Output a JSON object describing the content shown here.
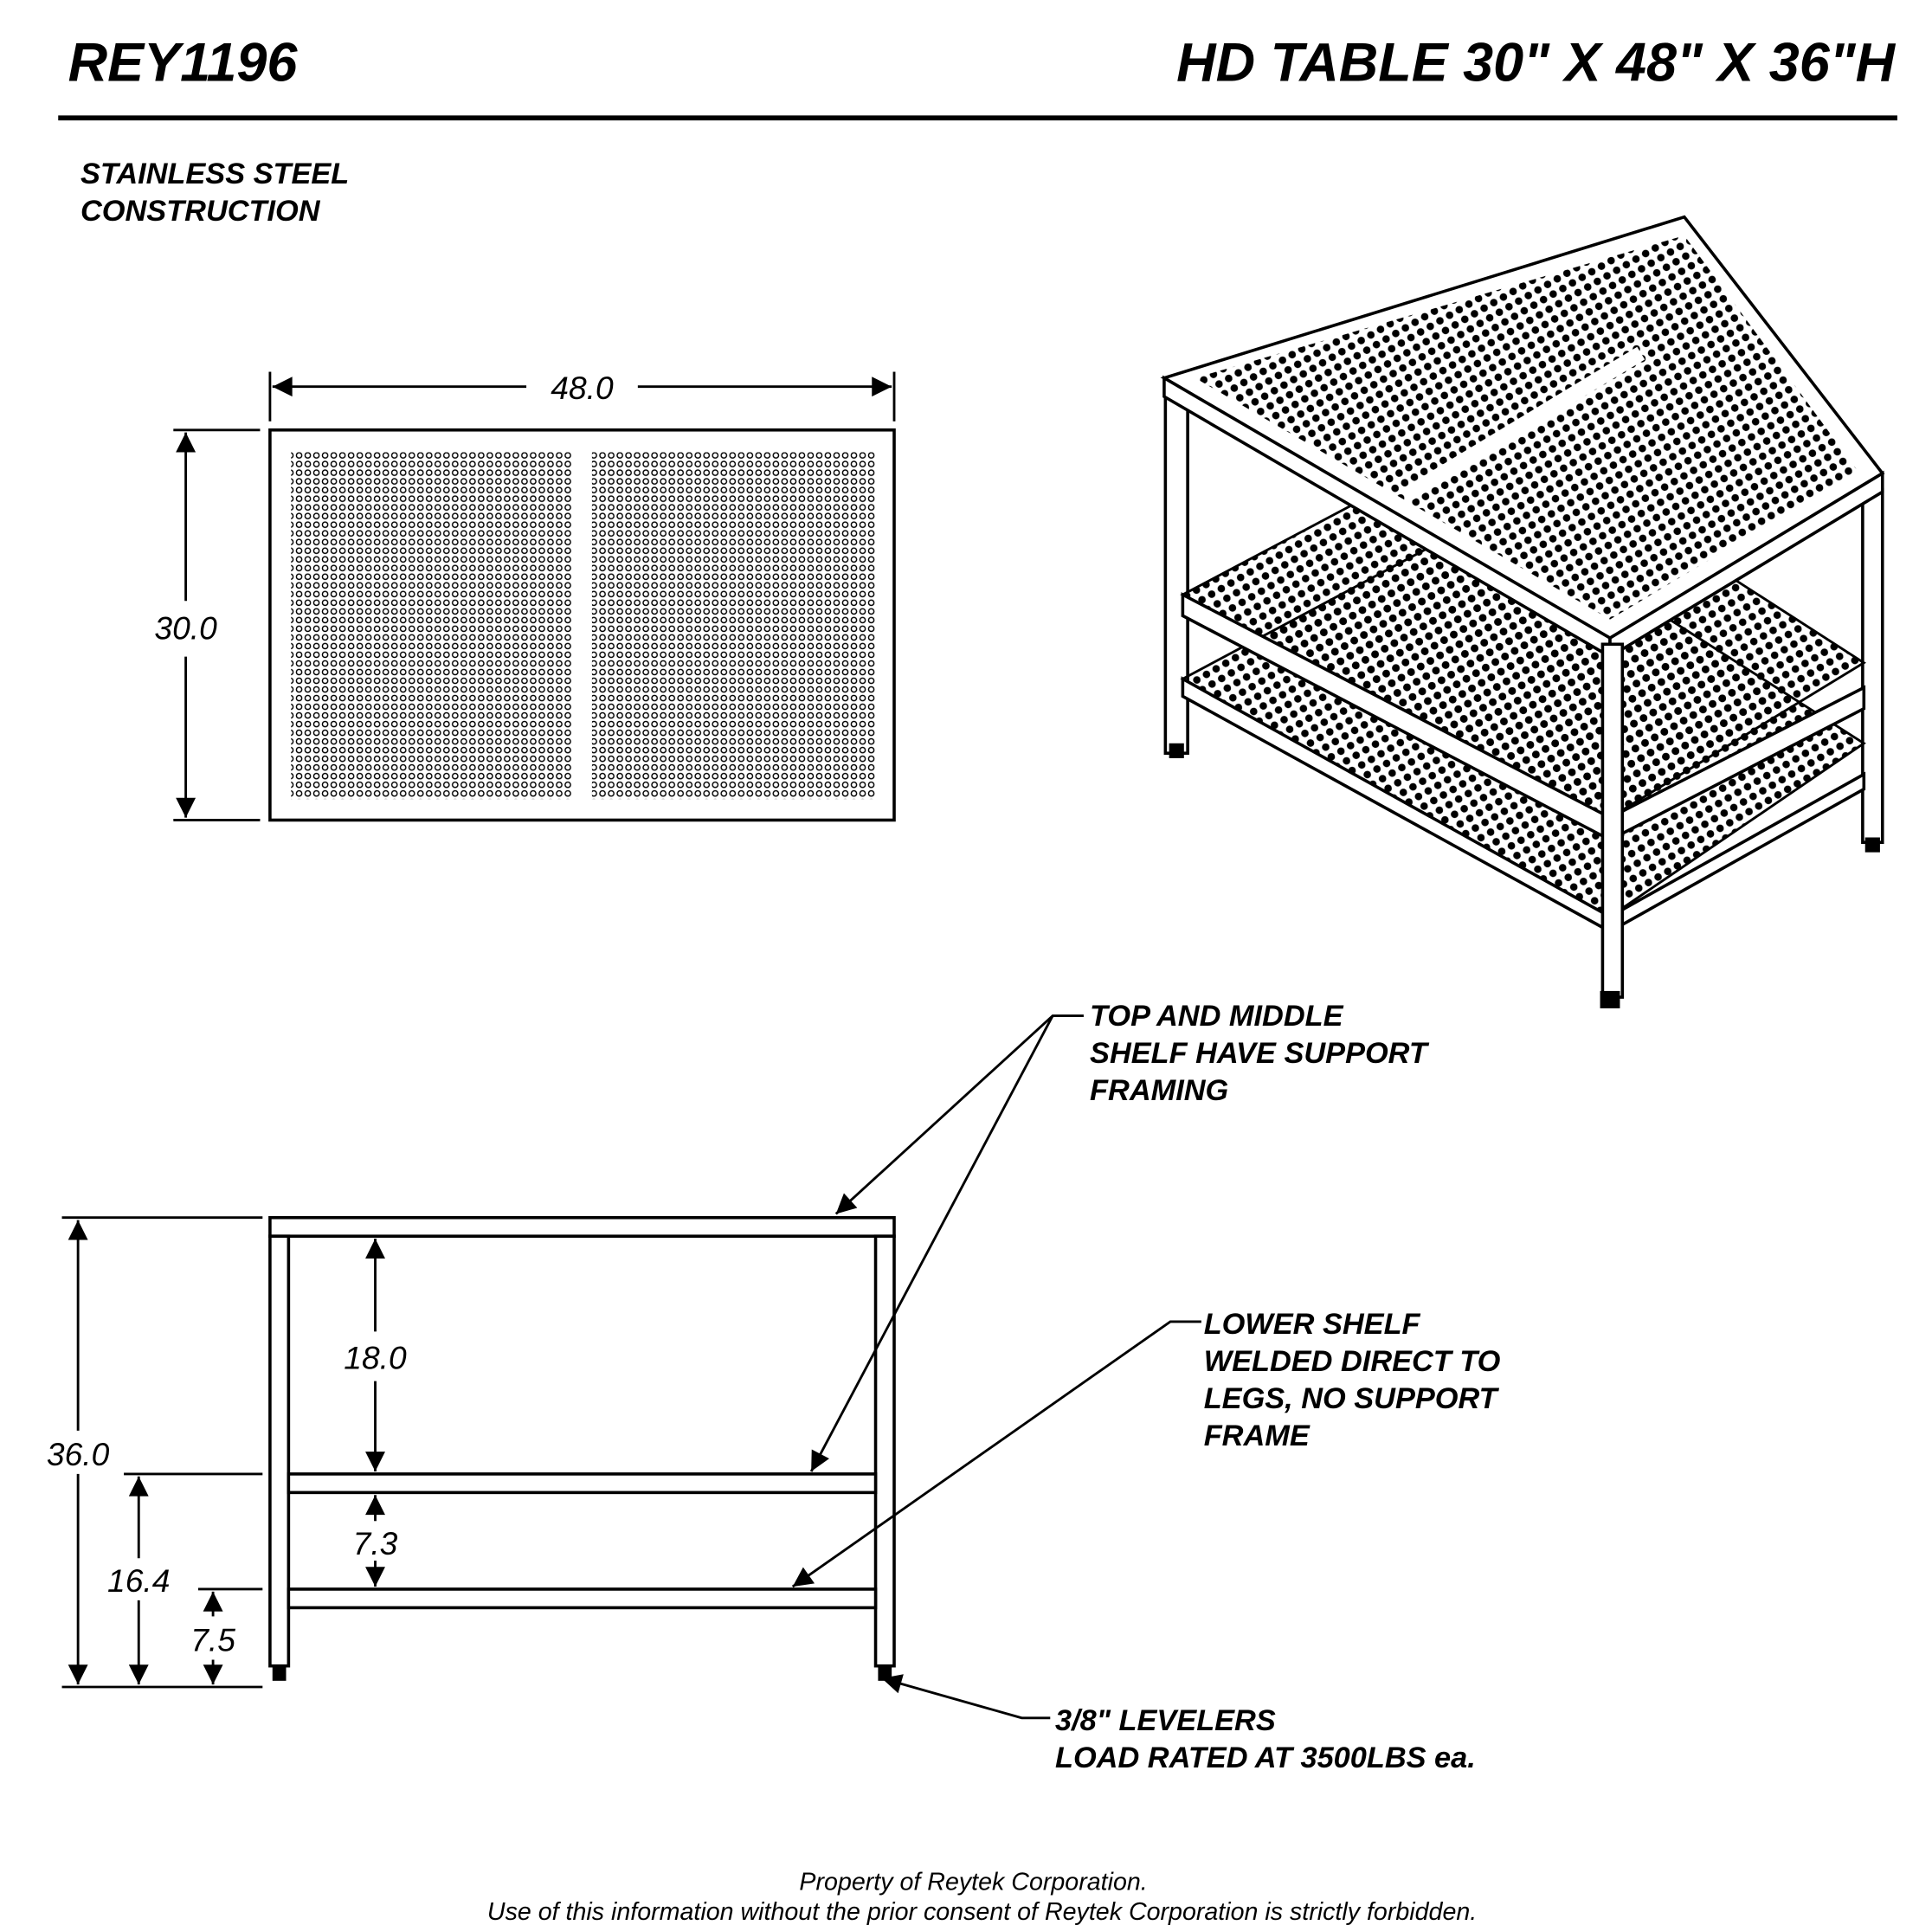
{
  "header": {
    "part_number": "REY1196",
    "title": "HD TABLE 30\" X 48\" X 36\"H"
  },
  "notes": {
    "material": [
      "STAINLESS STEEL",
      "CONSTRUCTION"
    ],
    "support_framing": [
      "TOP AND MIDDLE",
      "SHELF HAVE SUPPORT",
      "FRAMING"
    ],
    "lower_shelf": [
      "LOWER SHELF",
      "WELDED DIRECT TO",
      "LEGS, NO SUPPORT",
      "FRAME"
    ],
    "levelers": [
      "3/8\" LEVELERS",
      "LOAD RATED AT 3500LBS ea."
    ]
  },
  "dimensions": {
    "width": "48.0",
    "depth": "30.0",
    "height": "36.0",
    "top_to_middle": "18.0",
    "middle_height": "16.4",
    "middle_to_lower": "7.3",
    "lower_height": "7.5"
  },
  "footer": {
    "line1": "Property of Reytek Corporation.",
    "line2": "Use of this information without the prior consent of Reytek Corporation is strictly forbidden."
  }
}
